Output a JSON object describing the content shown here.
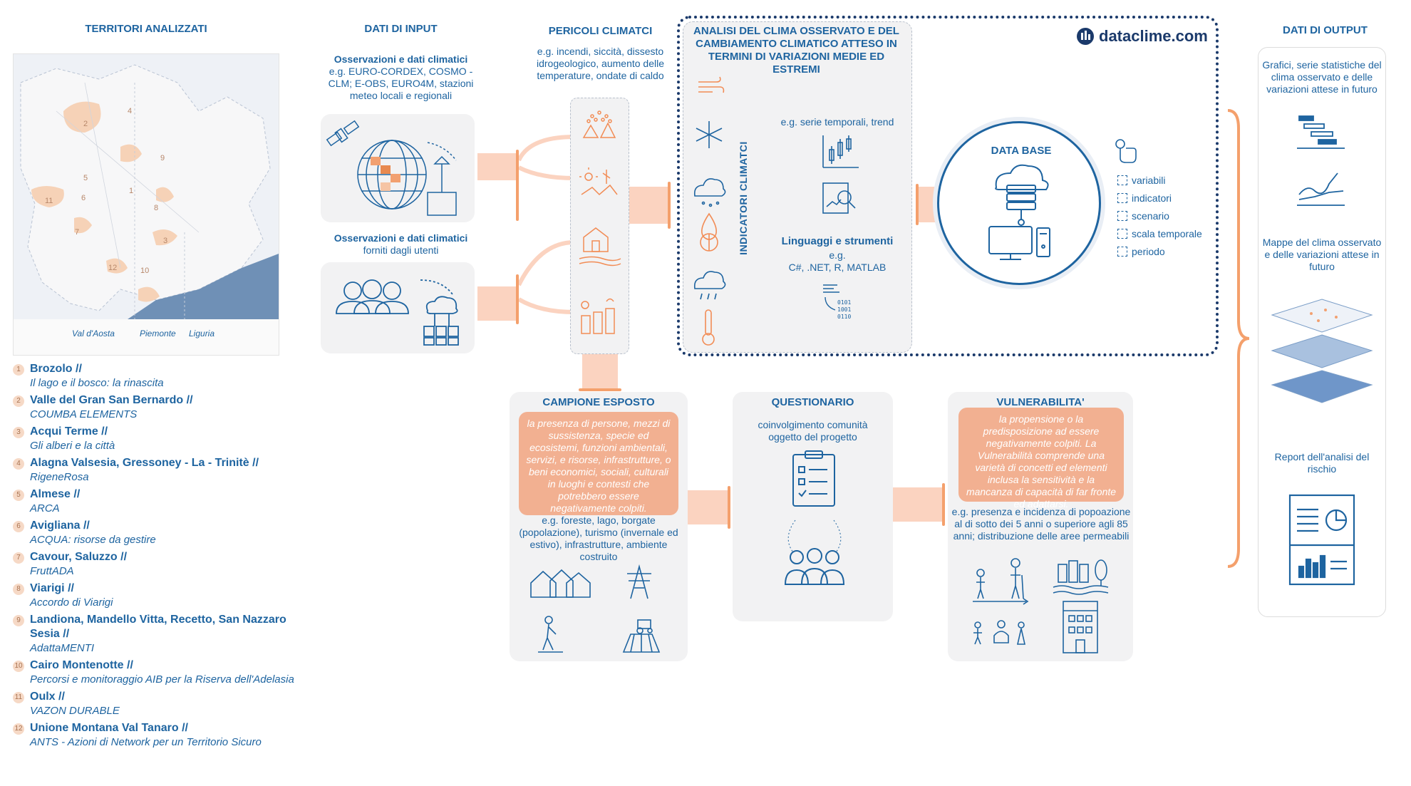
{
  "territori": {
    "title": "TERRITORI ANALIZZATI",
    "map_labels": [
      "Val d'Aosta",
      "Piemonte",
      "Liguria"
    ],
    "map_numbers": [
      "1",
      "2",
      "3",
      "4",
      "5",
      "6",
      "7",
      "8",
      "9",
      "10",
      "11",
      "12"
    ],
    "items": [
      {
        "num": "1",
        "name": "Brozolo //",
        "sub": "Il lago e il bosco: la rinascita"
      },
      {
        "num": "2",
        "name": "Valle del Gran San Bernardo //",
        "sub": "COUMBA ELEMENTS"
      },
      {
        "num": "3",
        "name": "Acqui Terme //",
        "sub": "Gli alberi e la città"
      },
      {
        "num": "4",
        "name": "Alagna Valsesia, Gressoney - La - Trinitè //",
        "sub": "RigeneRosa"
      },
      {
        "num": "5",
        "name": "Almese //",
        "sub": "ARCA"
      },
      {
        "num": "6",
        "name": "Avigliana //",
        "sub": "ACQUA: risorse da gestire"
      },
      {
        "num": "7",
        "name": "Cavour, Saluzzo //",
        "sub": "FruttADA"
      },
      {
        "num": "8",
        "name": "Viarigi //",
        "sub": "Accordo di Viarigi"
      },
      {
        "num": "9",
        "name": "Landiona, Mandello Vitta, Recetto, San Nazzaro Sesia //",
        "sub": "AdattaMENTI"
      },
      {
        "num": "10",
        "name": "Cairo Montenotte //",
        "sub": "Percorsi e monitoraggio AIB per la Riserva dell'Adelasia"
      },
      {
        "num": "11",
        "name": "Oulx //",
        "sub": "VAZON DURABLE"
      },
      {
        "num": "12",
        "name": "Unione Montana Val Tanaro //",
        "sub": "ANTS - Azioni di Network per un Territorio Sicuro"
      }
    ]
  },
  "input": {
    "title": "DATI DI INPUT",
    "block1_title": "Osservazioni e dati climatici",
    "block1_text": "e.g. EURO-CORDEX, COSMO - CLM; E-OBS, EURO4M, stazioni meteo locali e regionali",
    "block2_title": "Osservazioni e dati climatici",
    "block2_text": "forniti dagli utenti"
  },
  "pericoli": {
    "title": "PERICOLI CLIMATCI",
    "text": "e.g. incendi, siccità, dissesto idrogeologico, aumento delle temperature, ondate di caldo"
  },
  "analisi": {
    "title": "ANALISI DEL CLIMA OSSERVATO E DEL CAMBIAMENTO CLIMATICO ATTESO IN TERMINI DI VARIAZIONI  MEDIE ED ESTREMI",
    "brand": "dataclime.com",
    "indicatori_label": "INDICATORI CLIMATCI",
    "series_text": "e.g. serie temporali, trend",
    "linguaggi_title": "Linguaggi e strumenti",
    "linguaggi_text": "e.g.\nC#, .NET, R, MATLAB",
    "database_title": "DATA BASE",
    "db_items": [
      "variabili",
      "indicatori",
      "scenario",
      "scala temporale",
      "periodo"
    ]
  },
  "output": {
    "title": "DATI DI OUTPUT",
    "text1": "Grafici, serie statistiche del clima osservato e delle variazioni attese in futuro",
    "text2": "Mappe del clima osservato e delle variazioni attese in futuro",
    "text3": "Report dell'analisi del rischio"
  },
  "campione": {
    "title": "CAMPIONE ESPOSTO",
    "definition": "la presenza di persone, mezzi di sussistenza, specie ed ecosistemi, funzioni ambientali, servizi, e risorse, infrastrutture, o beni economici, sociali, culturali in luoghi e contesti che potrebbero essere negativamente colpiti.",
    "text": "e.g. foreste, lago, borgate (popolazione), turismo (invernale ed estivo), infrastrutture, ambiente costruito"
  },
  "questionario": {
    "title": "QUESTIONARIO",
    "text": "coinvolgimento comunità oggetto del progetto"
  },
  "vulnerabilita": {
    "title": "VULNERABILITA'",
    "definition": "la propensione o la predisposizione ad essere negativamente colpiti. La Vulnerabilità comprende una varietà di concetti ed elementi inclusa la sensitività e la mancanza di capacità di far fronte ed adattarsi.",
    "text": "e.g. presenza e incidenza di popoazione al di sotto dei 5 anni o superiore agli 85 anni; distribuzione delle aree permeabili"
  },
  "colors": {
    "blue": "#1e64a0",
    "orange": "#f4a06c",
    "salmon": "#f2b091",
    "panel": "#f2f2f3",
    "dark_navy": "#1b3a6b"
  }
}
